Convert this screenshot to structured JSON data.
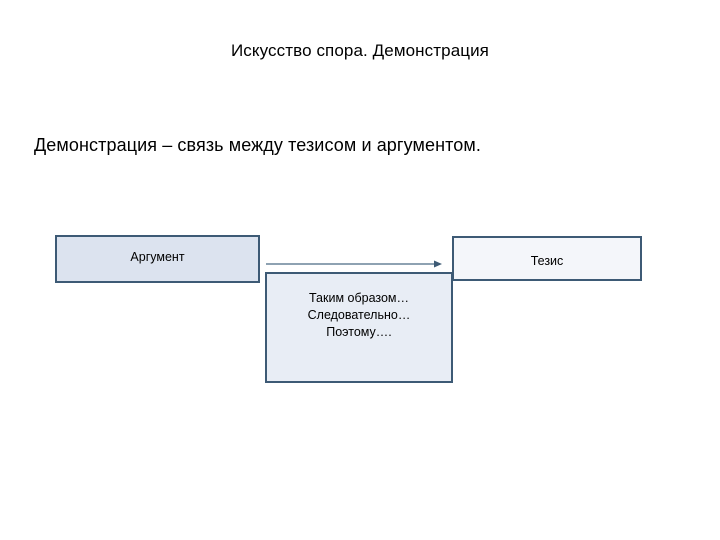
{
  "slide": {
    "title": "Искусство спора. Демонстрация",
    "subtitle": "Демонстрация – связь между тезисом и аргументом.",
    "background_color": "#ffffff"
  },
  "diagram": {
    "border_color": "#3d5a75",
    "arrow_color": "#4a6a85",
    "boxes": [
      {
        "id": "argument",
        "label": "Аргумент",
        "fill_color": "#dce3ef"
      },
      {
        "id": "connector",
        "label": "Таким образом…\nСледовательно…\nПоэтому….",
        "fill_color": "#e8edf5"
      },
      {
        "id": "thesis",
        "label": "Тезис",
        "fill_color": "#f4f6fa"
      }
    ],
    "arrow": {
      "id": "argument-to-thesis",
      "direction": "right"
    }
  }
}
